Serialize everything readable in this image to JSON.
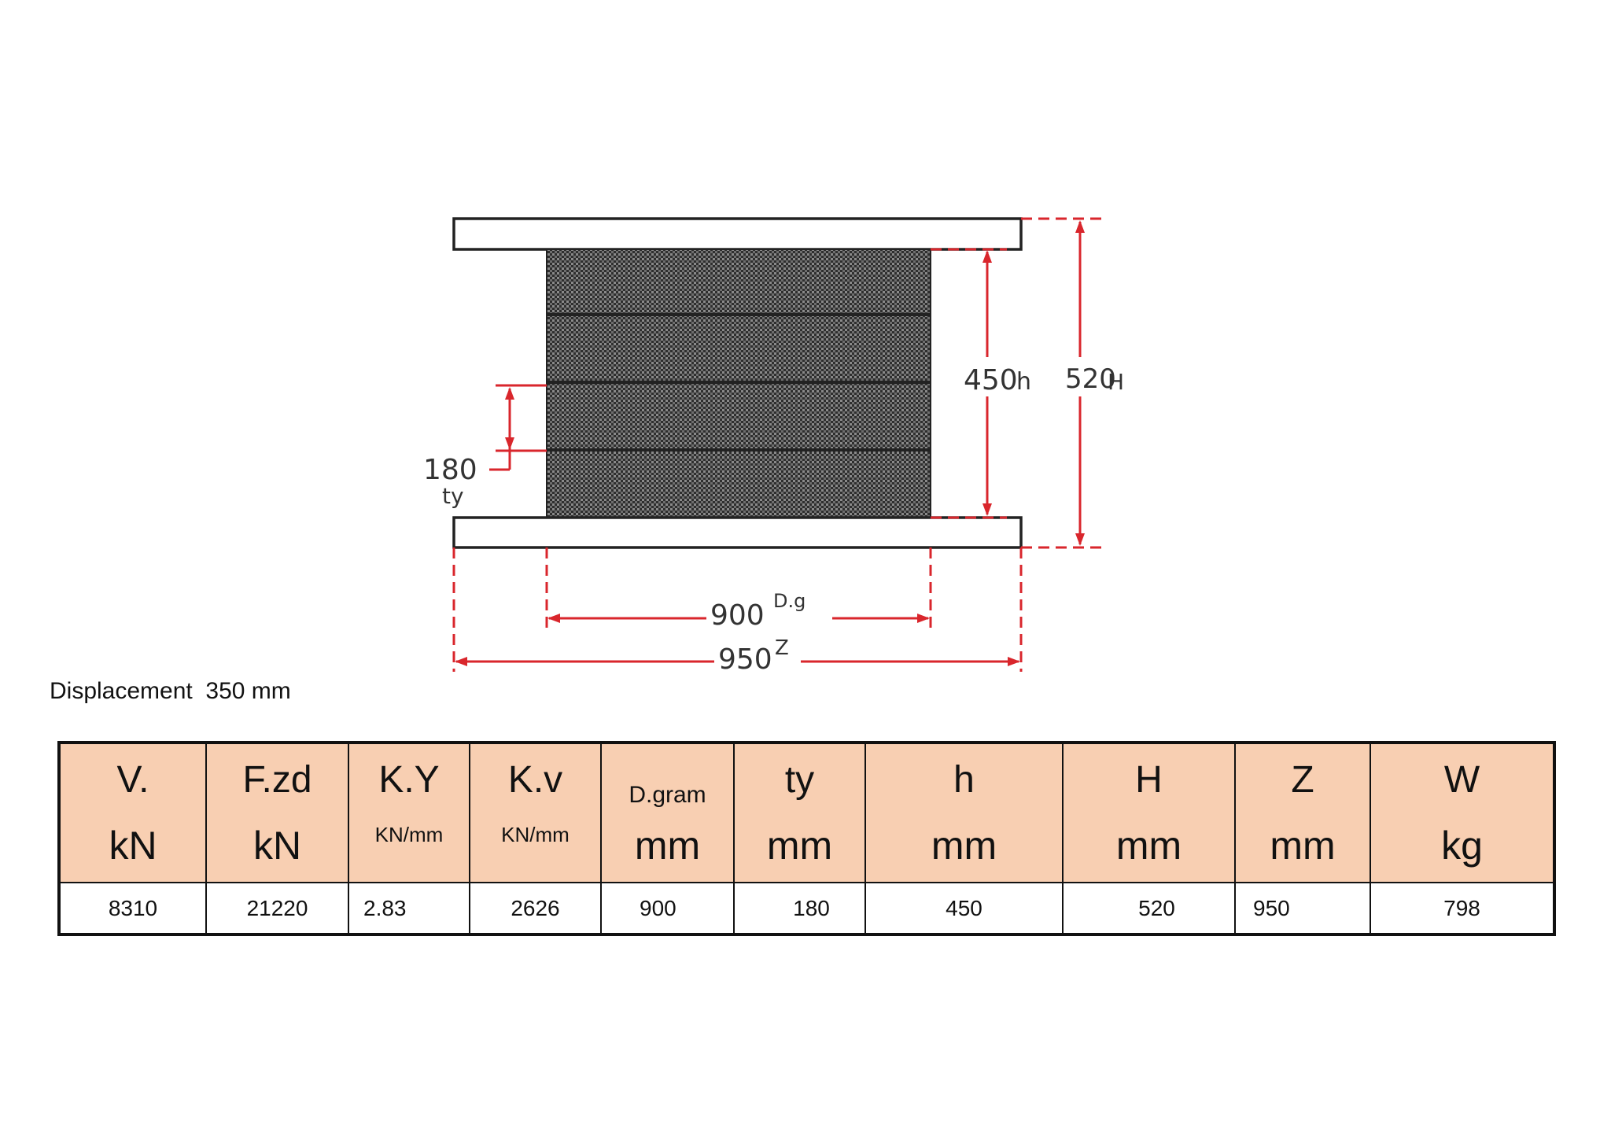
{
  "drawing": {
    "height_label": "450",
    "height_symbol": "h",
    "total_height_label": "520",
    "total_height_symbol": "H",
    "layer_label": "180",
    "layer_symbol": "ty",
    "diameter_label": "900",
    "diameter_symbol": "D.g",
    "plate_label": "950",
    "plate_symbol": "Z"
  },
  "displacement": "Displacement  350 mm",
  "table": {
    "columns": [
      {
        "symbol": "V.",
        "unit": "kN"
      },
      {
        "symbol": "F.zd",
        "unit": "kN"
      },
      {
        "symbol": "K.Y",
        "unit": "KN/mm"
      },
      {
        "symbol": "K.v",
        "unit": "KN/mm"
      },
      {
        "symbol": "D.gram",
        "unit": "mm"
      },
      {
        "symbol": "ty",
        "unit": "mm"
      },
      {
        "symbol": "h",
        "unit": "mm"
      },
      {
        "symbol": "H",
        "unit": "mm"
      },
      {
        "symbol": "Z",
        "unit": "mm"
      },
      {
        "symbol": "W",
        "unit": "kg"
      }
    ],
    "row": [
      "8310",
      "21220",
      "2.83",
      "2626",
      "900",
      "180",
      "450",
      "520",
      "950",
      "798"
    ]
  },
  "colors": {
    "header_fill": "#f8cfb2",
    "dimension_red": "#d9262c",
    "rubber_dark": "#3a3a3a"
  }
}
